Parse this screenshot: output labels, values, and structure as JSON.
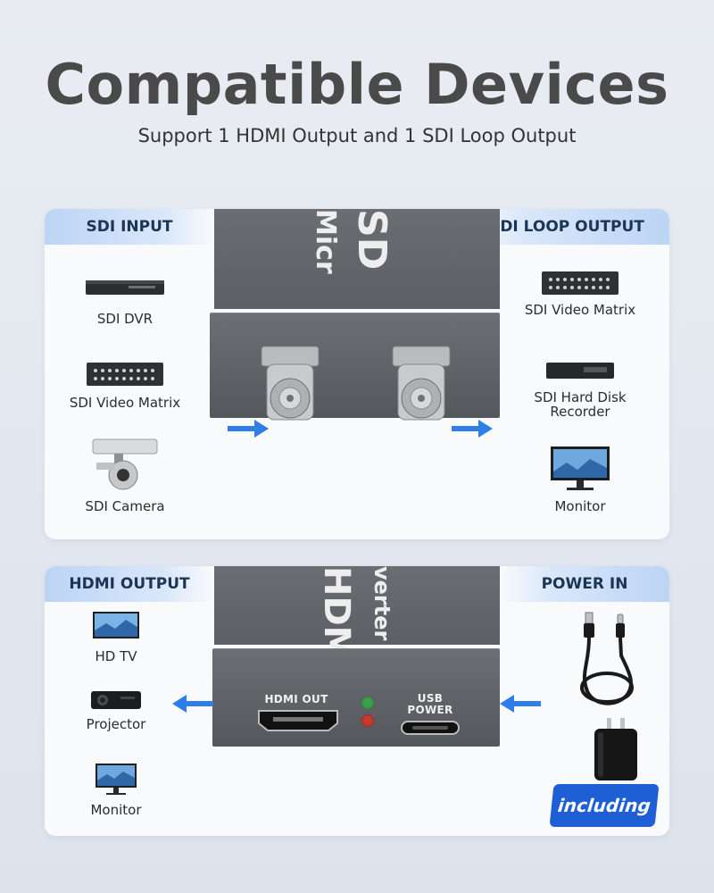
{
  "header": {
    "title": "Compatible Devices",
    "subtitle": "Support 1 HDMI Output and 1 SDI Loop Output"
  },
  "panel_sdi": {
    "input_tab": "SDI INPUT",
    "output_tab": "SDI LOOP OUTPUT",
    "inputs": [
      "SDI DVR",
      "SDI Video Matrix",
      "SDI Camera"
    ],
    "outputs": [
      "SDI Video Matrix",
      "SDI Hard Disk Recorder",
      "Monitor"
    ],
    "box_text_top": "Micr",
    "box_text_top2": "SD"
  },
  "panel_hdmi": {
    "output_tab": "HDMI OUTPUT",
    "power_tab": "POWER IN",
    "outputs": [
      "HD TV",
      "Projector",
      "Monitor"
    ],
    "box_text_1": "HDMI",
    "box_text_2": "verter",
    "hdmi_port_label": "HDMI OUT",
    "usb_port_label_1": "USB",
    "usb_port_label_2": "POWER",
    "including_label": "including"
  },
  "colors": {
    "accent_blue": "#1f5fd6",
    "arrow_blue": "#2f7de8",
    "tab_blue": "#bcd4f5",
    "box_gray": "#5f6367"
  }
}
